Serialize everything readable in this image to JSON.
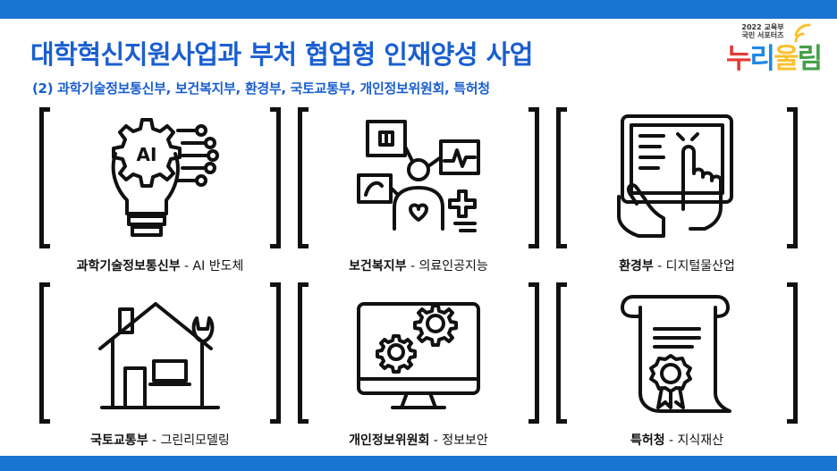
{
  "title": "대학혁신지원사업과 부처 협업형 인재양성 사업",
  "subtitle": "(2) 과학기술정보통신부, 보건복지부, 환경부, 국토교통부, 개인정보위원회, 특허청",
  "logo": {
    "small_line1": "2022 교육부",
    "small_line2": "국민 서포터즈",
    "chars": [
      "누",
      "리",
      "울",
      "림"
    ],
    "colors": [
      "#e53935",
      "#1e88e5",
      "#fbc02d",
      "#43a047"
    ]
  },
  "cards": [
    {
      "ministry": "과학기술정보통신부",
      "topic": "AI 반도체",
      "icon": "ai-lightbulb-icon",
      "icon_text": "AI"
    },
    {
      "ministry": "보건복지부",
      "topic": "의료인공지능",
      "icon": "medical-ai-icon"
    },
    {
      "ministry": "환경부",
      "topic": "디지털물산업",
      "icon": "touch-tablet-icon"
    },
    {
      "ministry": "국토교통부",
      "topic": "그린리모델링",
      "icon": "house-wrench-icon"
    },
    {
      "ministry": "개인정보위원회",
      "topic": "정보보안",
      "icon": "monitor-gears-icon"
    },
    {
      "ministry": "특허청",
      "topic": "지식재산",
      "icon": "certificate-icon"
    }
  ],
  "separator": " - ",
  "colors": {
    "accent": "#1a75d2",
    "title": "#1a5fd0",
    "icon": "#111111"
  }
}
